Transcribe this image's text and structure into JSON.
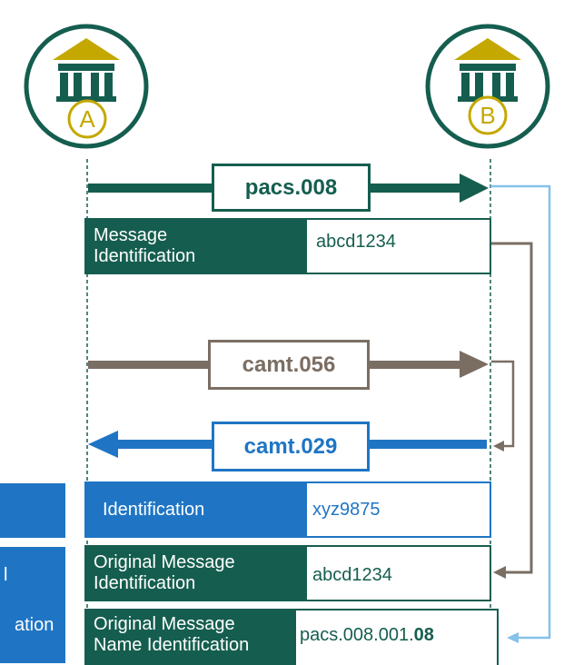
{
  "banks": [
    {
      "letter": "A"
    },
    {
      "letter": "B"
    }
  ],
  "messages": {
    "pacs008": "pacs.008",
    "camt056": "camt.056",
    "camt029": "camt.029"
  },
  "rows": {
    "pacs_msg_id": {
      "label_line1": "Message",
      "label_line2": "Identification",
      "value": "abcd1234"
    },
    "camt029_id": {
      "label": "Identification",
      "value": "xyz9875"
    },
    "orig_msg_id": {
      "label_line1": "Original Message",
      "label_line2": "Identification",
      "value": "abcd1234"
    },
    "orig_msg_name_id": {
      "label_line1": "Original Message",
      "label_line2": "Name Identification",
      "value_prefix": "pacs.008.001.",
      "value_bold": "08"
    }
  },
  "left_panel": {
    "box2_char": "l",
    "box2_tail": "ation"
  },
  "colors": {
    "dark_green": "#155e4f",
    "gold": "#c4a800",
    "taupe": "#7a6e63",
    "blue": "#1f75c4",
    "light_blue": "#85c1e9"
  }
}
